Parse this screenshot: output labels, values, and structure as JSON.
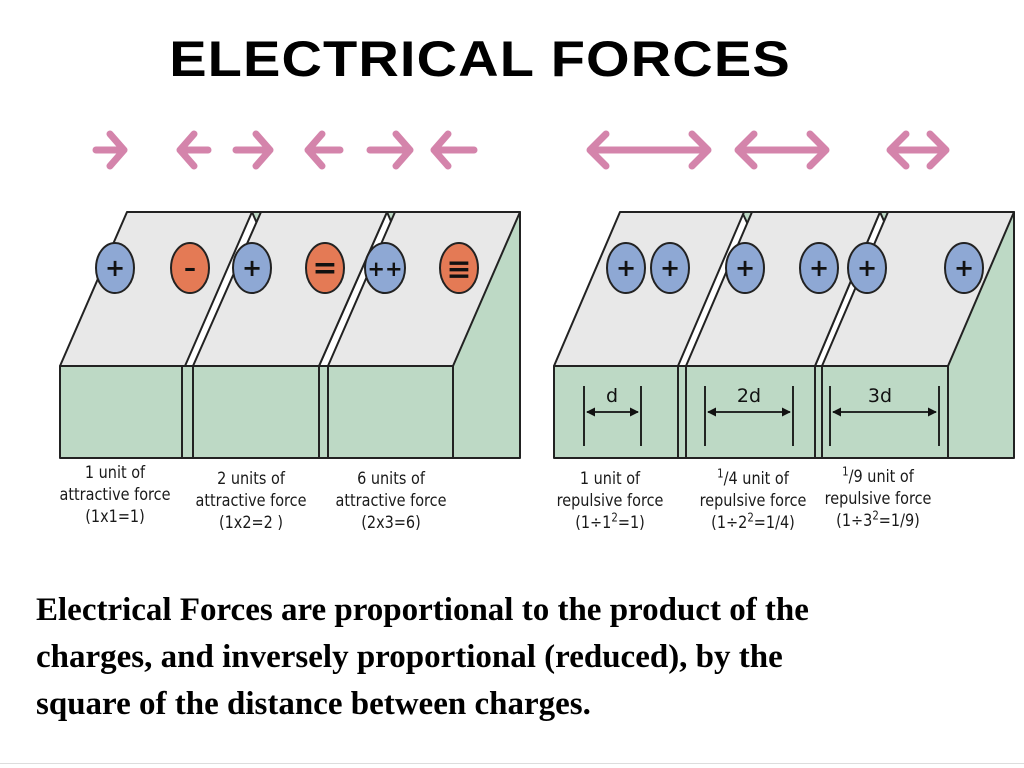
{
  "title": "ELECTRICAL FORCES",
  "attractive": {
    "boxes": [
      {
        "charges": [
          "+",
          "–"
        ],
        "caption": [
          "1 unit of",
          "attractive force",
          "(1x1=1)"
        ]
      },
      {
        "charges": [
          "+",
          "="
        ],
        "caption": [
          "2 units of",
          "attractive force",
          "(1x2=2 )"
        ]
      },
      {
        "charges": [
          "++",
          "≡"
        ],
        "caption": [
          "6 units of",
          "attractive force",
          "(2x3=6)"
        ]
      }
    ]
  },
  "repulsive": {
    "boxes": [
      {
        "charges": [
          "+",
          "+"
        ],
        "distance": "d",
        "caption": {
          "l1": "1 unit of",
          "l2": "repulsive force",
          "l3a": "(1÷1",
          "l3sup": "2",
          "l3b": "=1)"
        }
      },
      {
        "charges": [
          "+",
          "+"
        ],
        "distance": "2d",
        "caption": {
          "l1a": "1",
          "l1b": "/4 unit of",
          "l2": "repulsive force",
          "l3a": "(1÷2",
          "l3sup": "2",
          "l3b": "=1/4)"
        }
      },
      {
        "charges": [
          "+",
          "+"
        ],
        "distance": "3d",
        "caption": {
          "l1a": "1",
          "l1b": "/9 unit of",
          "l2": "repulsive force",
          "l3a": "(1÷3",
          "l3sup": "2",
          "l3b": "=1/9)"
        }
      }
    ]
  },
  "caption": [
    "Electrical Forces are proportional to the product of the",
    "charges, and inversely proportional (reduced), by the",
    "square of the distance between charges."
  ],
  "colors": {
    "box_front": "#bdd9c5",
    "box_top": "#e8e8e8",
    "positive": "#8ea8d4",
    "negative": "#e47a55",
    "arrow": "#d484ab"
  }
}
